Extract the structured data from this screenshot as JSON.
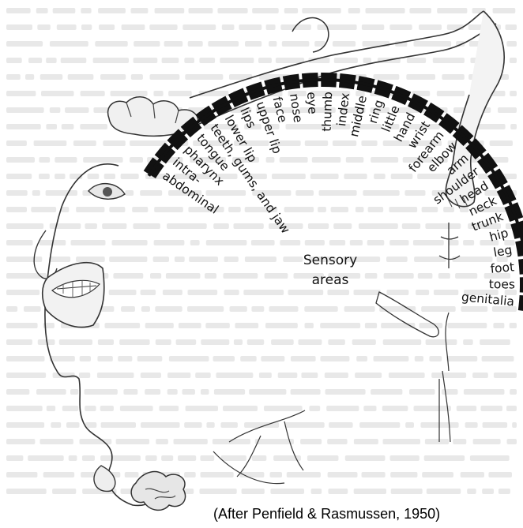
{
  "diagram": {
    "center_label": [
      "Sensory",
      "areas"
    ],
    "body_parts": [
      "intra-abdominal",
      "pharynx",
      "tongue",
      "teeth, gums, and jaw",
      "lower lip",
      "lips",
      "upper lip",
      "face",
      "nose",
      "eye",
      "thumb",
      "index",
      "middle",
      "ring",
      "little",
      "hand",
      "wrist",
      "forearm",
      "elbow",
      "arm",
      "shoulder",
      "head",
      "neck",
      "trunk",
      "hip",
      "leg",
      "foot",
      "toes",
      "genitalia"
    ],
    "display_labels": [
      "abdominal",
      "intra-",
      "pharynx",
      "tongue",
      "teeth, gums, and jaw",
      "lower lip",
      "lips",
      "upper lip",
      "face",
      "nose",
      "eye",
      "thumb",
      "index",
      "middle",
      "ring",
      "little",
      "hand",
      "wrist",
      "forearm",
      "elbow",
      "arm",
      "shoulder",
      "head",
      "neck",
      "trunk",
      "hip",
      "leg",
      "foot",
      "toes",
      "genitalia"
    ]
  },
  "caption": "(After Penfield & Rasmussen, 1950)",
  "colors": {
    "band": "#111111",
    "drawing": "#333333",
    "background_text": "#d6d6d6"
  }
}
